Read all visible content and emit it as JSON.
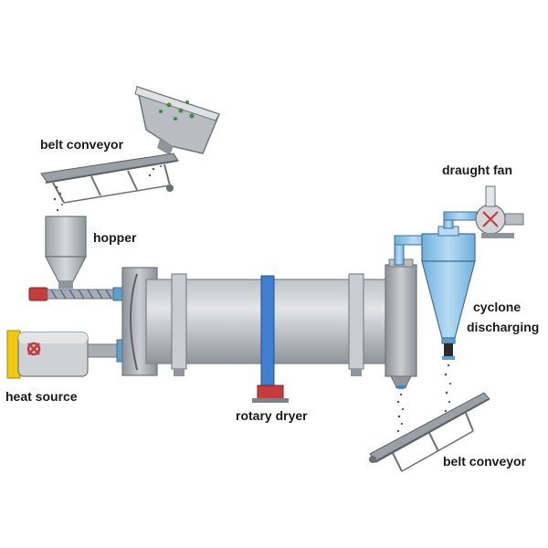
{
  "labels": {
    "belt_conveyor_top": "belt conveyor",
    "hopper": "hopper",
    "heat_source": "heat source",
    "rotary_dryer": "rotary dryer",
    "draught_fan": "draught fan",
    "cyclone": "cyclone",
    "discharging": "discharging",
    "belt_conveyor_bottom": "belt conveyor"
  },
  "colors": {
    "steel": "#a9adb2",
    "steel_dark": "#7d8389",
    "drum_light": "#d4d7da",
    "cyclone_blue": "#8fc4e6",
    "cyclone_blue_dark": "#5f9fcb",
    "stand_blue": "#3f7fd0",
    "motor_red": "#c63b3b",
    "heat_yellow": "#f2c811",
    "label": "#1a1a1a"
  }
}
